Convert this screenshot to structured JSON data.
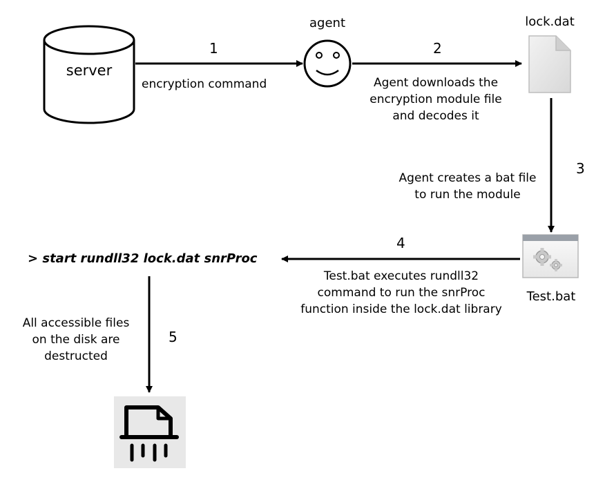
{
  "nodes": {
    "server": {
      "label": "server"
    },
    "agent": {
      "label": "agent"
    },
    "lock_dat": {
      "label": "lock.dat"
    },
    "test_bat": {
      "label": "Test.bat"
    }
  },
  "steps": {
    "step1": {
      "number": "1",
      "text": "encryption command"
    },
    "step2": {
      "number": "2",
      "lines": [
        "Agent downloads the",
        "encryption module file",
        "and decodes it"
      ]
    },
    "step3": {
      "number": "3",
      "lines": [
        "Agent creates a bat file",
        "to run the module"
      ]
    },
    "step4": {
      "number": "4",
      "lines": [
        "Test.bat executes rundll32",
        "command to run the snrProc",
        "function inside the lock.dat library"
      ]
    },
    "step5": {
      "number": "5",
      "lines": [
        "All accessible files",
        "on the disk are",
        "destructed"
      ]
    }
  },
  "command": "> start rundll32 lock.dat snrProc",
  "icons": {
    "server": "database-cylinder-icon",
    "agent": "smiley-face-icon",
    "lock_dat": "document-file-icon",
    "test_bat": "gear-batch-file-icon",
    "destroyed": "file-shredder-icon"
  },
  "colors": {
    "stroke": "#000000",
    "file_fill": "#e4e4e4",
    "shredder_bg": "#e8e8e8"
  }
}
